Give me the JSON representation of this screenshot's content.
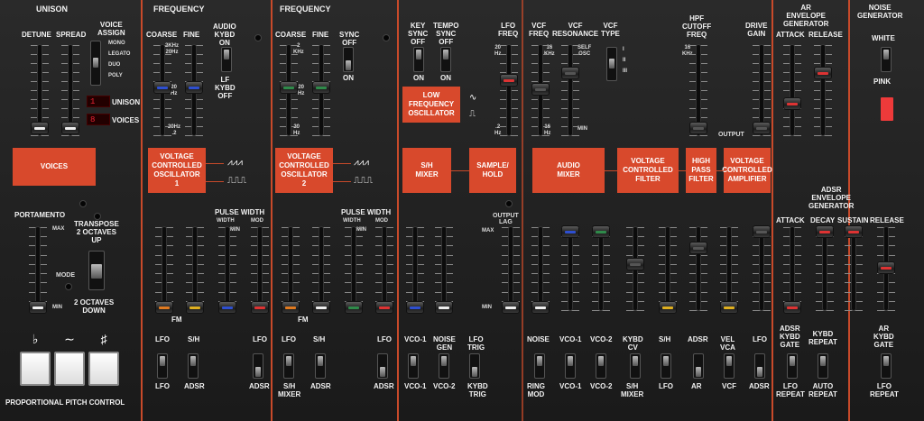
{
  "sections": {
    "unison": "UNISON",
    "frequency_1": "FREQUENCY",
    "frequency_2": "FREQUENCY",
    "noise_generator": "NOISE\nGENERATOR"
  },
  "unison": {
    "detune": "DETUNE",
    "spread": "SPREAD",
    "voice_assign": "VOICE\nASSIGN",
    "assign_modes": [
      "MONO",
      "LEGATO",
      "DUO",
      "POLY"
    ],
    "unison_display": "1",
    "unison_label": "UNISON",
    "voices_display": "8",
    "voices_label": "VOICES",
    "voices_button": "VOICES",
    "portamento": "PORTAMENTO",
    "max": "MAX",
    "min": "MIN",
    "mode": "MODE",
    "transpose_up": "TRANSPOSE\n2 OCTAVES\nUP",
    "transpose_down": "2 OCTAVES\nDOWN",
    "pitch_keys": [
      "♭",
      "∼",
      "♯"
    ],
    "pitch_control": "PROPORTIONAL PITCH CONTROL"
  },
  "vco1": {
    "coarse": "COARSE",
    "fine": "FINE",
    "audio_kybd": "AUDIO\nKYBD\nON",
    "lf_kybd": "LF\nKYBD\nOFF",
    "coarse_hi": "2KHz\n20Hz",
    "coarse_lo": "20Hz\n.2",
    "mid": "20\nHz",
    "box": "VOLTAGE\nCONTROLLED\nOSCILLATOR\n1",
    "pulse_width": "PULSE WIDTH",
    "width": "WIDTH",
    "mod": "MOD",
    "min": "MIN",
    "fm": "FM",
    "mod_top": [
      "LFO",
      "S/H",
      "LFO"
    ],
    "mod_bottom": [
      "LFO",
      "ADSR",
      "ADSR"
    ]
  },
  "vco2": {
    "coarse": "COARSE",
    "fine": "FINE",
    "sync": "SYNC\nOFF",
    "sync_on": "ON",
    "coarse_hi": "2\nKHz",
    "coarse_lo": "20\nHz",
    "mid": "20\nHz",
    "box": "VOLTAGE\nCONTROLLED\nOSCILLATOR\n2",
    "pulse_width": "PULSE WIDTH",
    "width": "WIDTH",
    "mod": "MOD",
    "min": "MIN",
    "fm": "FM",
    "mod_top": [
      "LFO",
      "S/H",
      "LFO"
    ],
    "mod_bottom": [
      "S/H\nMIXER",
      "ADSR",
      "ADSR"
    ]
  },
  "lfo": {
    "key_sync": "KEY\nSYNC\nOFF",
    "tempo_sync": "TEMPO\nSYNC\nOFF",
    "on": "ON",
    "freq": "LFO\nFREQ",
    "hi": "20\nHz",
    "lo": ".2\nHz",
    "box": "LOW\nFREQUENCY\nOSCILLATOR",
    "sh_mixer": "S/H\nMIXER",
    "sample_hold": "SAMPLE/\nHOLD",
    "output_lag": "OUTPUT\nLAG",
    "max": "MAX",
    "min": "MIN",
    "top": [
      "VCO-1",
      "NOISE\nGEN",
      "LFO\nTRIG"
    ],
    "bottom": [
      "VCO-1",
      "VCO-2",
      "KYBD\nTRIG"
    ]
  },
  "vcf": {
    "freq": "VCF\nFREQ",
    "resonance": "VCF\nRESONANCE",
    "type": "VCF\nTYPE",
    "hpf": "HPF\nCUTOFF\nFREQ",
    "drive": "DRIVE\nGAIN",
    "f_hi": "16\nKHz",
    "f_lo": "16\nHz",
    "self_osc": "SELF\nOSC",
    "min": "MIN",
    "hpf_hi": "16\nKHz",
    "types": [
      "I",
      "II",
      "III"
    ],
    "mixer": "AUDIO\nMIXER",
    "filter": "VOLTAGE\nCONTROLLED\nFILTER",
    "hpf_box": "HIGH\nPASS\nFILTER",
    "vca": "VOLTAGE\nCONTROLLED\nAMPLIFIER",
    "output": "OUTPUT",
    "top": [
      "NOISE",
      "VCO-1",
      "VCO-2",
      "KYBD\nCV",
      "S/H",
      "ADSR",
      "VEL\nVCA",
      "LFO"
    ],
    "bottom": [
      "RING\nMOD",
      "VCO-1",
      "VCO-2",
      "S/H\nMIXER",
      "LFO",
      "AR",
      "VCF",
      "ADSR"
    ]
  },
  "env": {
    "ar_title": "AR\nENVELOPE\nGENERATOR",
    "attack": "ATTACK",
    "release": "RELEASE",
    "adsr_title": "ADSR\nENVELOPE\nGENERATOR",
    "decay": "DECAY",
    "sustain": "SUSTAIN",
    "adsr_kybd_gate": "ADSR\nKYBD\nGATE",
    "kybd_repeat": "KYBD\nREPEAT",
    "ar_kybd_gate": "AR\nKYBD\nGATE",
    "lfo_repeat": "LFO\nREPEAT",
    "auto_repeat": "AUTO\nREPEAT",
    "lfo_repeat2": "LFO\nREPEAT"
  },
  "noise": {
    "white": "WHITE",
    "pink": "PINK"
  },
  "colors": {
    "accent": "#d8492c",
    "blue": "#2e4fd0",
    "green": "#2f8a4a",
    "orange": "#e07a20",
    "red": "#d33",
    "yellow": "#e0b020",
    "white": "#eeeeee",
    "purple": "#7a4ab0"
  }
}
